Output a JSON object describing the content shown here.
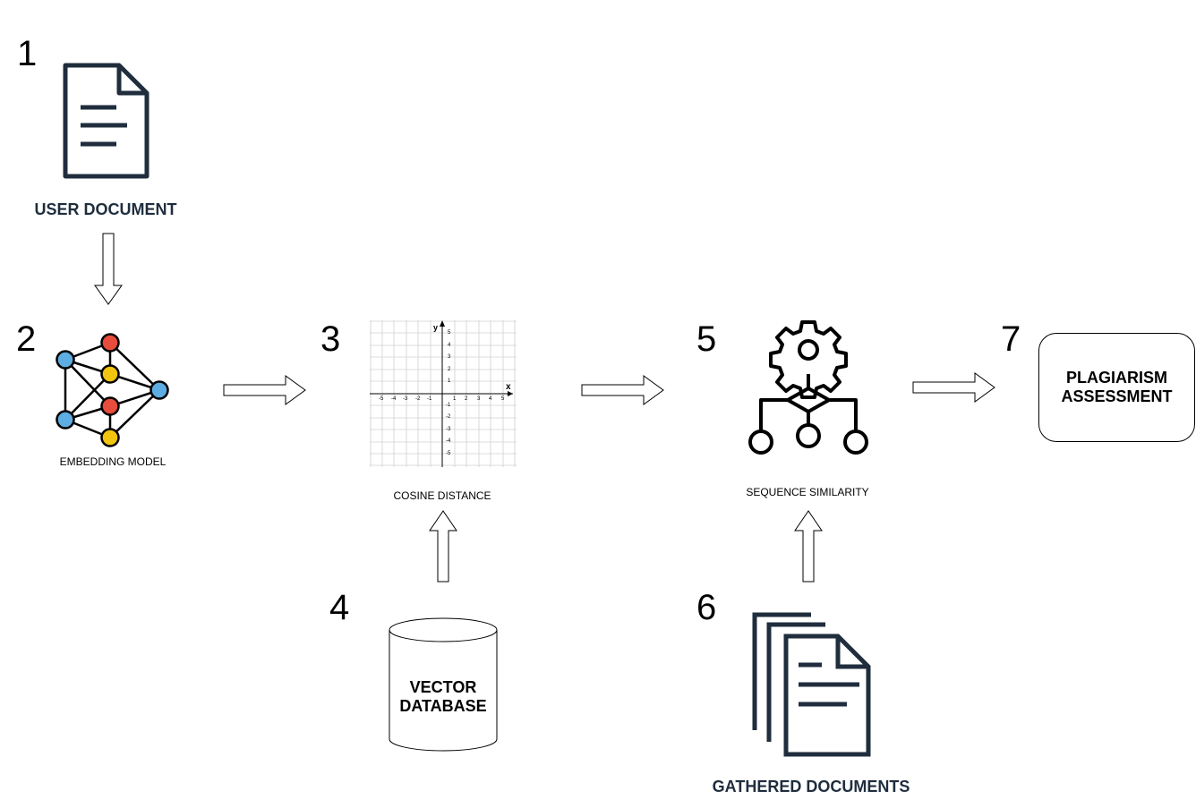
{
  "steps": {
    "s1": {
      "number": "1",
      "label": "USER DOCUMENT"
    },
    "s2": {
      "number": "2",
      "label": "EMBEDDING MODEL"
    },
    "s3": {
      "number": "3",
      "label": "COSINE DISTANCE",
      "axes": {
        "x": "x",
        "y": "y",
        "x_ticks": [
          "-5",
          "-4",
          "-3",
          "-2",
          "-1",
          "1",
          "2",
          "3",
          "4",
          "5"
        ],
        "y_ticks": [
          "5",
          "4",
          "3",
          "2",
          "1",
          "-1",
          "-2",
          "-3",
          "-4",
          "-5"
        ]
      }
    },
    "s4": {
      "number": "4",
      "label_line1": "VECTOR",
      "label_line2": "DATABASE"
    },
    "s5": {
      "number": "5",
      "label": "SEQUENCE SIMILARITY"
    },
    "s6": {
      "number": "6",
      "label": "GATHERED DOCUMENTS"
    },
    "s7": {
      "number": "7",
      "label_line1": "PLAGIARISM",
      "label_line2": "ASSESSMENT"
    }
  },
  "icons": {
    "user_document": "document-icon",
    "embedding_model": "neural-network-icon",
    "cosine_distance": "coordinate-grid-icon",
    "vector_database": "cylinder-database-icon",
    "sequence_similarity": "gear-flowchart-icon",
    "gathered_documents": "stacked-documents-icon"
  },
  "colors": {
    "icon_dark": "#1f2d3d",
    "node_blue": "#5dade2",
    "node_red": "#e74c3c",
    "node_yellow": "#f1c40f",
    "grid": "#d0d0d0"
  }
}
